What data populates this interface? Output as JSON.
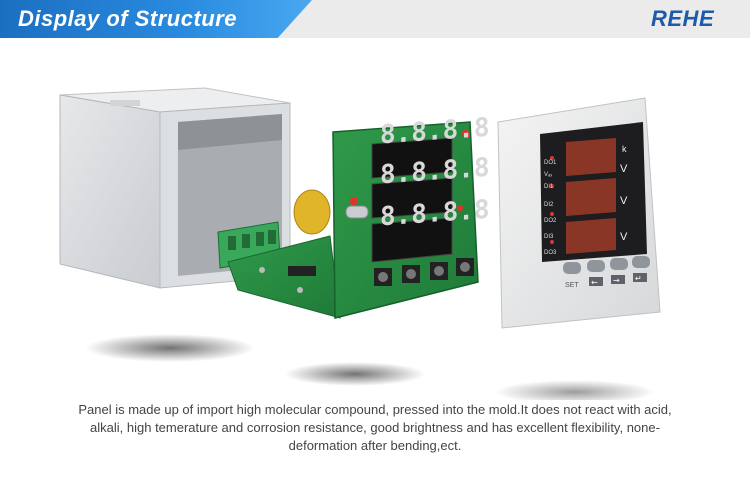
{
  "header": {
    "title": "Display of Structure",
    "brand": "REHE",
    "colors": {
      "banner": "#1f78d0",
      "brand": "#1d5aa8",
      "brand_accent": "#d8262c"
    }
  },
  "device": {
    "meter_labels": [
      "DO1",
      "Vₐₓ",
      "DI1",
      "DI2",
      "DO2",
      "DI3",
      "DO3"
    ],
    "unit_labels": [
      "k",
      "V",
      "V",
      "V"
    ],
    "button_labels": [
      "SET",
      "←",
      "→",
      "↵"
    ],
    "pcb_digits": [
      "8.8.8.8",
      "8.8.8.8",
      "8.8.8.8"
    ]
  },
  "description": {
    "text": "Panel is made up of import high molecular compound, pressed into the mold.It does not react with acid, alkali, high temerature and corrosion resistance, good brightness and has excellent flexibility, none-deformation after bending,ect."
  }
}
